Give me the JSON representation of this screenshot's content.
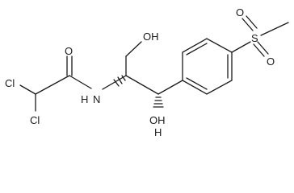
{
  "molecule": {
    "atoms": {
      "cl_top": "Cl",
      "cl_bottom": "Cl",
      "o_carbonyl": "O",
      "nh": "N",
      "h_nh": "H",
      "oh_top": "OH",
      "oh_bottom": "OH",
      "h_oh_bottom": "H",
      "s_sulfonyl": "S",
      "o_sulfonyl_top": "O",
      "o_sulfonyl_bottom": "O"
    }
  }
}
